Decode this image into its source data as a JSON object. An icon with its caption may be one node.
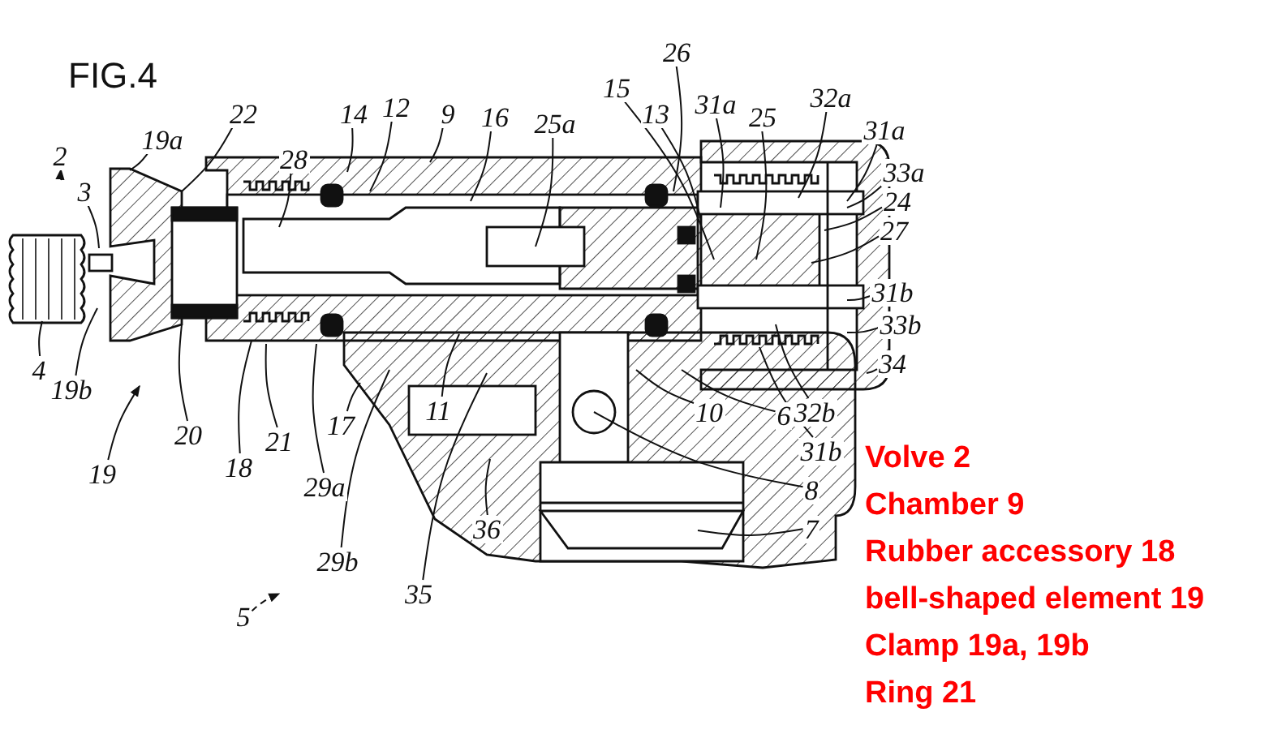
{
  "diagram": {
    "title": "FIG.4",
    "nodes": [
      {
        "text": [
          "26"
        ]
      },
      {
        "text": [
          "15"
        ]
      },
      {
        "text": [
          "31a"
        ]
      },
      {
        "text": [
          "32a"
        ]
      },
      {
        "text": [
          "12"
        ]
      },
      {
        "text": [
          "22"
        ]
      },
      {
        "text": [
          "14"
        ]
      },
      {
        "text": [
          "9"
        ]
      },
      {
        "text": [
          "16"
        ]
      },
      {
        "text": [
          "13"
        ]
      },
      {
        "text": [
          "25"
        ]
      },
      {
        "text": [
          "25a"
        ]
      },
      {
        "text": [
          "31a"
        ]
      },
      {
        "text": [
          "19a"
        ]
      },
      {
        "text": [
          "2"
        ]
      },
      {
        "text": [
          "28"
        ]
      },
      {
        "text": [
          "33a"
        ]
      },
      {
        "text": [
          "3"
        ]
      },
      {
        "text": [
          "24"
        ]
      },
      {
        "text": [
          "27"
        ]
      },
      {
        "text": [
          "31b"
        ]
      },
      {
        "text": [
          "33b"
        ]
      },
      {
        "text": [
          "34"
        ]
      },
      {
        "text": [
          "4"
        ]
      },
      {
        "text": [
          "19b"
        ]
      },
      {
        "text": [
          "17"
        ]
      },
      {
        "text": [
          "11"
        ]
      },
      {
        "text": [
          "10"
        ]
      },
      {
        "text": [
          "6"
        ]
      },
      {
        "text": [
          "32b"
        ]
      },
      {
        "text": [
          "20"
        ]
      },
      {
        "text": [
          "21"
        ]
      },
      {
        "text": [
          "31b"
        ]
      },
      {
        "text": [
          "18"
        ]
      },
      {
        "text": [
          "19"
        ]
      },
      {
        "text": [
          "29a"
        ]
      },
      {
        "text": [
          "8"
        ]
      },
      {
        "text": [
          "7"
        ]
      },
      {
        "text": [
          "36"
        ]
      },
      {
        "text": [
          "29b"
        ]
      },
      {
        "text": [
          "35"
        ]
      },
      {
        "text": [
          "5"
        ]
      }
    ],
    "edges": [
      {
        "from": 0,
        "to": null,
        "arrow": "none"
      },
      {
        "from": 1,
        "to": null,
        "arrow": "none"
      },
      {
        "from": 2,
        "to": null,
        "arrow": "none"
      },
      {
        "from": 3,
        "to": null,
        "arrow": "none"
      },
      {
        "from": 4,
        "to": null,
        "arrow": "none"
      },
      {
        "from": 5,
        "to": null,
        "arrow": "none"
      },
      {
        "from": 6,
        "to": null,
        "arrow": "none"
      },
      {
        "from": 7,
        "to": null,
        "arrow": "none"
      },
      {
        "from": 8,
        "to": null,
        "arrow": "none"
      },
      {
        "from": 9,
        "to": null,
        "arrow": "none"
      },
      {
        "from": 10,
        "to": null,
        "arrow": "none"
      },
      {
        "from": 11,
        "to": null,
        "arrow": "none"
      },
      {
        "from": 12,
        "to": null,
        "arrow": "none"
      },
      {
        "from": 13,
        "to": null,
        "arrow": "none"
      },
      {
        "from": null,
        "to": 14,
        "arrow": "to"
      },
      {
        "from": 15,
        "to": null,
        "arrow": "none"
      },
      {
        "from": 16,
        "to": null,
        "arrow": "none"
      },
      {
        "from": 17,
        "to": null,
        "arrow": "none"
      },
      {
        "from": 18,
        "to": null,
        "arrow": "none"
      },
      {
        "from": 19,
        "to": null,
        "arrow": "none"
      },
      {
        "from": 20,
        "to": null,
        "arrow": "none"
      },
      {
        "from": 21,
        "to": null,
        "arrow": "none"
      },
      {
        "from": 22,
        "to": null,
        "arrow": "none"
      },
      {
        "from": 23,
        "to": null,
        "arrow": "none"
      },
      {
        "from": 24,
        "to": null,
        "arrow": "none"
      },
      {
        "from": 25,
        "to": null,
        "arrow": "none"
      },
      {
        "from": 26,
        "to": null,
        "arrow": "none"
      },
      {
        "from": 27,
        "to": null,
        "arrow": "none"
      },
      {
        "from": 28,
        "to": null,
        "arrow": "none"
      },
      {
        "from": 29,
        "to": null,
        "arrow": "none"
      },
      {
        "from": 30,
        "to": null,
        "arrow": "none"
      },
      {
        "from": 31,
        "to": null,
        "arrow": "none"
      },
      {
        "from": 32,
        "to": null,
        "arrow": "none"
      },
      {
        "from": 33,
        "to": null,
        "arrow": "none"
      },
      {
        "from": 34,
        "to": null,
        "arrow": "to"
      },
      {
        "from": 35,
        "to": null,
        "arrow": "none"
      },
      {
        "from": 36,
        "to": null,
        "arrow": "none"
      },
      {
        "from": 37,
        "to": null,
        "arrow": "none"
      },
      {
        "from": 38,
        "to": null,
        "arrow": "none"
      },
      {
        "from": 39,
        "to": null,
        "arrow": "none"
      },
      {
        "from": 40,
        "to": null,
        "arrow": "none"
      },
      {
        "from": 41,
        "to": null,
        "arrow": "to",
        "style": "dashed"
      }
    ],
    "labels": [
      "Volve 2",
      "Chamber 9",
      "Rubber accessory 18",
      "bell-shaped element 19",
      "Clamp 19a, 19b",
      "Ring 21"
    ]
  }
}
